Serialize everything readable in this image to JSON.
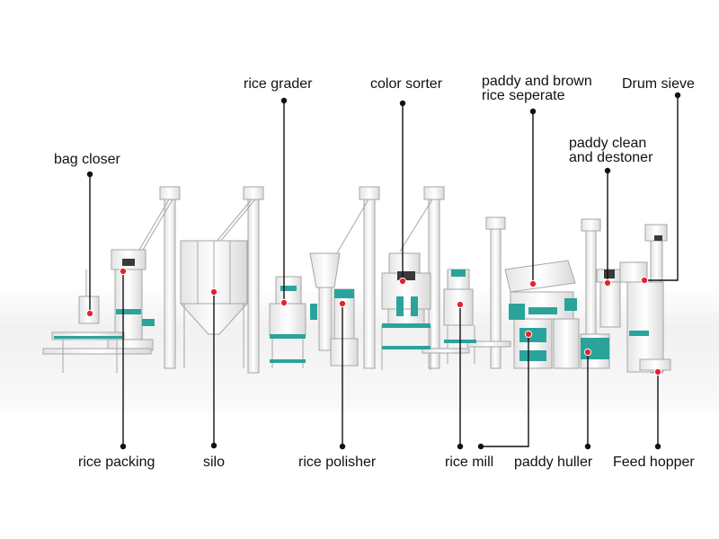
{
  "colors": {
    "accent": "#2aa39b",
    "marker": "#e8202a",
    "leader": "#111111",
    "machine": "#f2f2f2",
    "outline": "#9a9a9a"
  },
  "labels": {
    "bag_closer": "bag closer",
    "rice_grader": "rice grader",
    "color_sorter": "color sorter",
    "paddy_brown_sep_1": "paddy and brown",
    "paddy_brown_sep_2": "rice seperate",
    "drum_sieve": "Drum sieve",
    "paddy_clean_1": "paddy clean",
    "paddy_clean_2": "and destoner",
    "rice_packing": "rice packing",
    "silo": "silo",
    "rice_polisher": "rice polisher",
    "rice_mill": "rice mill",
    "paddy_huller": "paddy huller",
    "feed_hopper": "Feed hopper"
  }
}
